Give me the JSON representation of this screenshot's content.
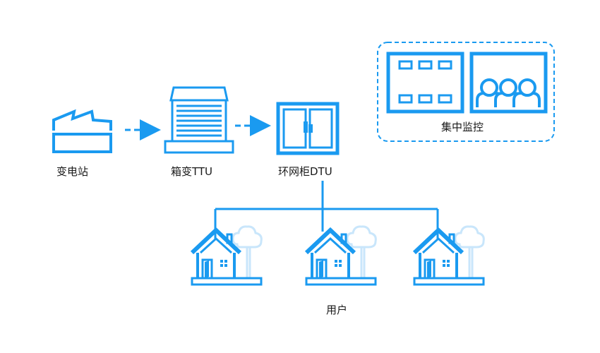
{
  "nodes": {
    "substation": "变电站",
    "box_ttu": "箱变TTU",
    "ring_dtu": "环网柜DTU",
    "monitor": "集中监控",
    "users": "用户"
  },
  "colors": {
    "primary": "#1a9af0",
    "light": "#c9e6fb",
    "text": "#1a1a1a"
  }
}
